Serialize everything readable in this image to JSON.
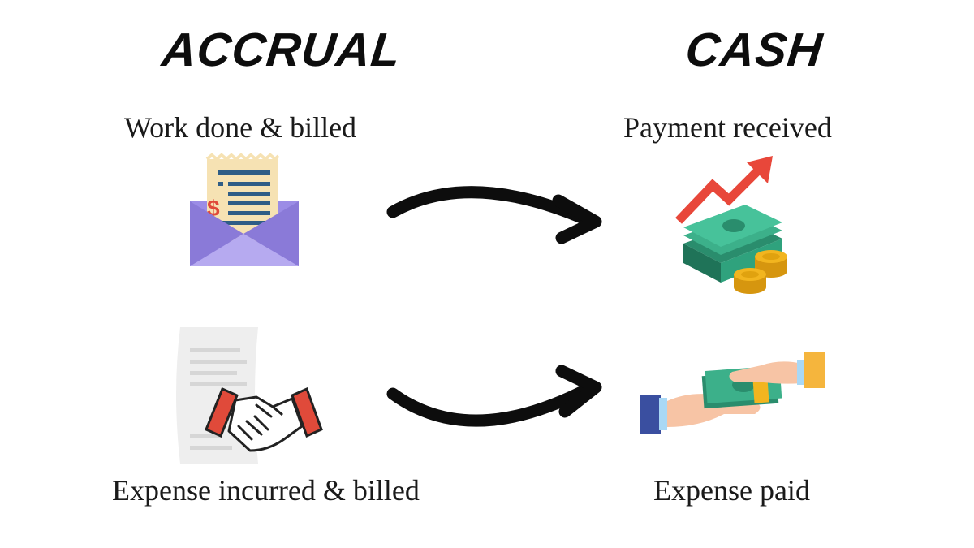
{
  "headings": {
    "accrual": "ACCRUAL",
    "cash": "CASH"
  },
  "labels": {
    "work_done": "Work done & billed",
    "payment_received": "Payment received",
    "expense_incurred": "Expense incurred & billed",
    "expense_paid": "Expense paid"
  },
  "icons": {
    "invoice": "invoice-envelope-icon",
    "money": "money-growth-icon",
    "handshake": "handshake-contract-icon",
    "payment": "hand-payment-icon",
    "arrow": "arrow-right-icon"
  },
  "colors": {
    "envelope": "#9b8ce6",
    "envelope_light": "#b6aaf0",
    "paper": "#f6e2b3",
    "lines": "#2f5d86",
    "dollar": "#e04a3a",
    "bill": "#3cb08a",
    "bill_dark": "#2a8d6d",
    "coin": "#f2b51f",
    "arrow_red": "#e8473a",
    "cuff_red": "#e04a3a",
    "sleeve_blue": "#3a4fa0",
    "sleeve_orange": "#f5b53d",
    "skin": "#f7c4a5",
    "arrow_black": "#0d0d0d"
  }
}
